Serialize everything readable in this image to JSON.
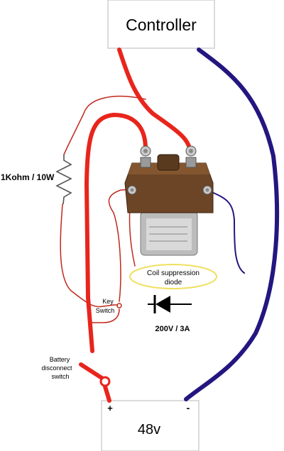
{
  "controller": {
    "label": "Controller"
  },
  "battery": {
    "label": "48v",
    "plus": "+",
    "minus": "-"
  },
  "labels": {
    "resistor": "1Kohm / 10W",
    "key_switch_line1": "Key",
    "key_switch_line2": "Switch",
    "diode_callout_line1": "Coil suppression",
    "diode_callout_line2": "diode",
    "diode_rating": "200V / 3A",
    "battery_switch_line1": "Battery",
    "battery_switch_line2": "disconnect",
    "battery_switch_line3": "switch"
  },
  "colors": {
    "positive_wire": "#e8251c",
    "negative_wire": "#241680",
    "thin_wire": "#c0281c",
    "callout_outline": "#f0e060",
    "contactor_body": "#6b4526"
  }
}
